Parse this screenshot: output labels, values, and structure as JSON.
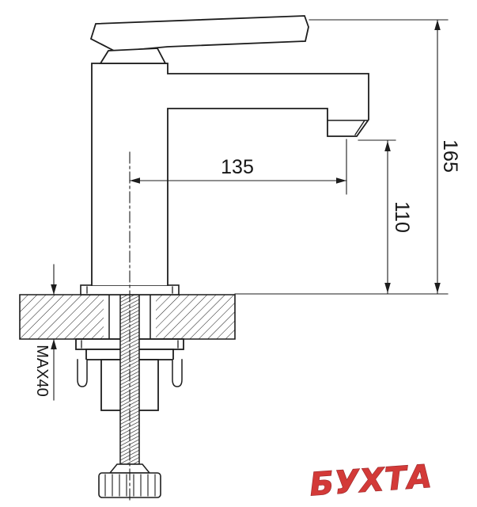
{
  "dimensions": {
    "spout_reach": "135",
    "outlet_height": "110",
    "total_height": "165",
    "deck_thickness": "MAX40"
  },
  "watermark": {
    "text": "БУХТА"
  },
  "colors": {
    "line": "#1d1d1d",
    "watermark_red": "#d02a28"
  }
}
